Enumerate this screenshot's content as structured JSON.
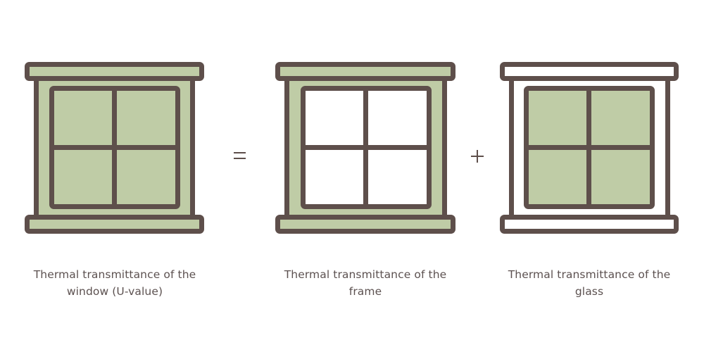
{
  "colors": {
    "stroke": "#5e4f4b",
    "fill_green": "#bfcca6",
    "fill_white": "#ffffff",
    "text": "#5c5150",
    "background": "#ffffff"
  },
  "equation": {
    "operators": [
      "=",
      "+"
    ],
    "terms": [
      {
        "id": "window",
        "frame_fill": "green",
        "glass_fill": "green",
        "caption_line1": "Thermal transmittance of the",
        "caption_line2": "window (U-value)"
      },
      {
        "id": "frame",
        "frame_fill": "green",
        "glass_fill": "white",
        "caption_line1": "Thermal transmittance of the",
        "caption_line2": "frame"
      },
      {
        "id": "glass",
        "frame_fill": "white",
        "glass_fill": "green",
        "caption_line1": "Thermal transmittance of the",
        "caption_line2": "glass"
      }
    ]
  }
}
